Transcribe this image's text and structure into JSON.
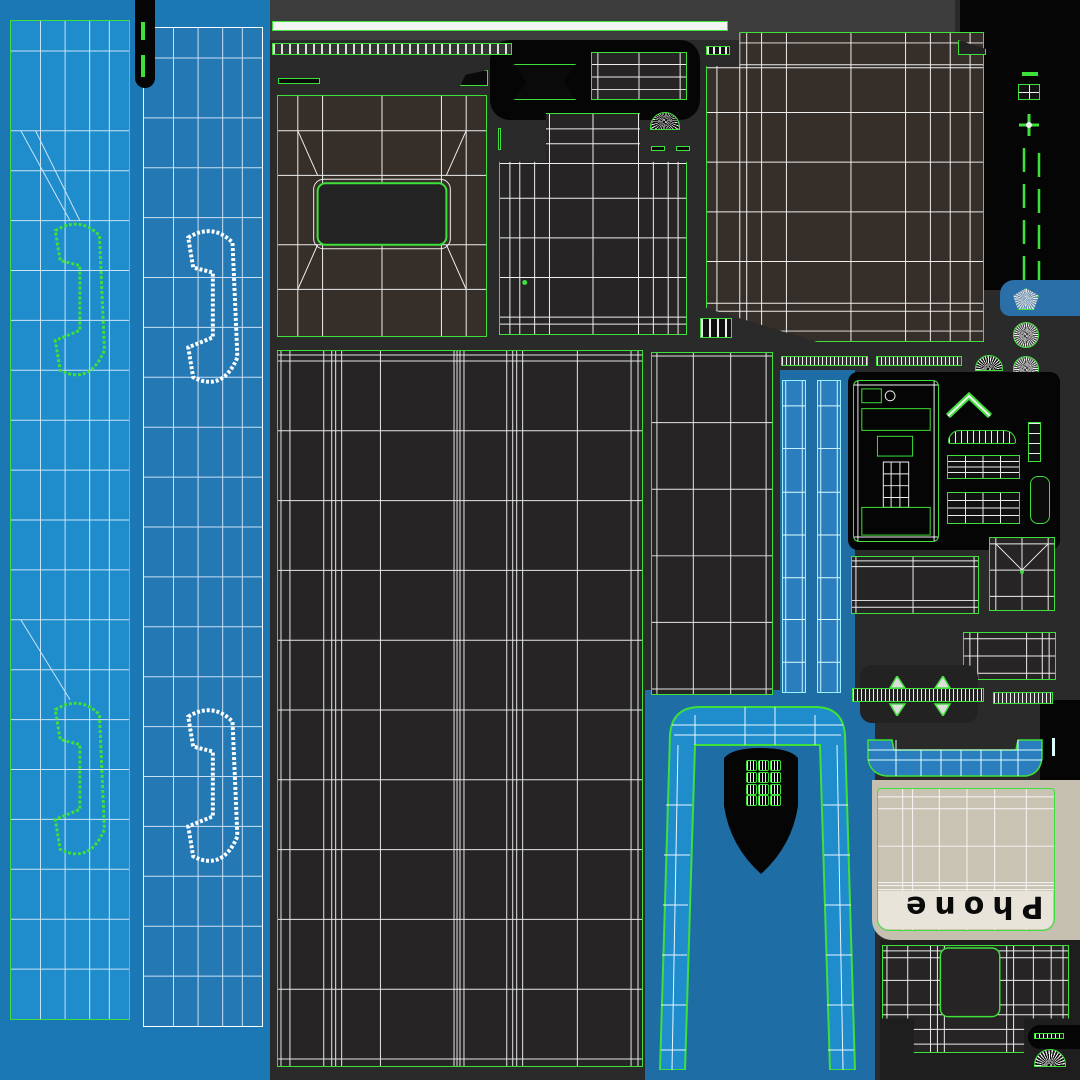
{
  "texture": {
    "subject": "phone booth UV layout",
    "label_text": "Phone",
    "colors": {
      "background_gray": "#2a2a2a",
      "top_strip_gray": "#3a3a3a",
      "booth_blue": "#1f8ccc",
      "booth_blue_dark": "#2478b4",
      "panel_dark": "#262424",
      "panel_brown": "#352e29",
      "label_beige": "#c9c3b3",
      "uv_border_green": "#3ee03a",
      "wire_white": "#f2f2f2",
      "void_black": "#050505"
    }
  },
  "islands": [
    {
      "name": "side-panel-left",
      "fill": "blue",
      "features": "handset outline x2"
    },
    {
      "name": "side-panel-right",
      "fill": "blue2",
      "features": "handset outline x2"
    },
    {
      "name": "roof-top-strip",
      "fill": "white"
    },
    {
      "name": "roof-panel-with-window",
      "fill": "brown"
    },
    {
      "name": "back-panel-large",
      "fill": "dark"
    },
    {
      "name": "front-panel",
      "fill": "dark"
    },
    {
      "name": "upper-square-panel",
      "fill": "brown"
    },
    {
      "name": "door-frame",
      "fill": "blue",
      "features": "keypad shield"
    },
    {
      "name": "phone-label-plate",
      "fill": "beige",
      "text": "Phone"
    },
    {
      "name": "telephone-unit",
      "fill": "black"
    },
    {
      "name": "bottom-base-panel",
      "fill": "dark"
    }
  ]
}
